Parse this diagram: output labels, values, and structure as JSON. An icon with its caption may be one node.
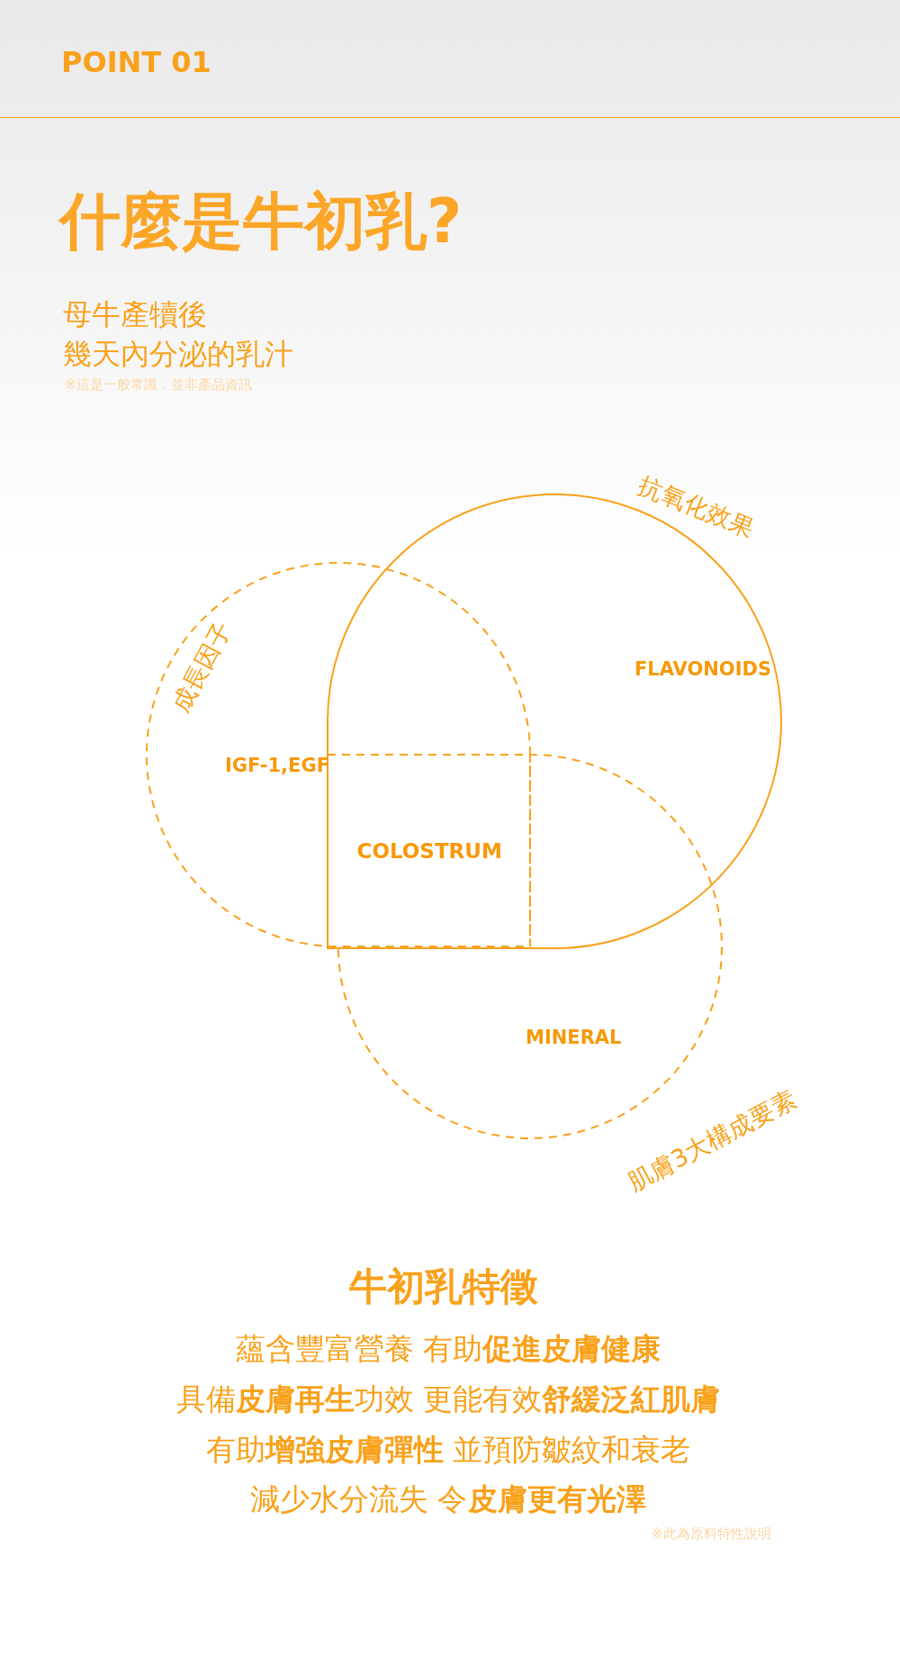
{
  "diagram": {
    "title": "什麼是牛初乳?",
    "nodes": [
      {
        "text": [
          "抗氧化效果",
          "FLAVONOIDS"
        ]
      },
      {
        "text": [
          "成長因子",
          "IGF-1,EGF"
        ]
      },
      {
        "text": [
          "肌膚3大構成要素",
          "MINERAL"
        ]
      }
    ],
    "labels": [
      "POINT 01",
      "母牛產犢後",
      "幾天內分泌的乳汁",
      "※這是一般常識，並非產品資訊",
      "COLOSTRUM",
      "牛初乳特徵",
      "蘊含豐富營養 有助**促進皮膚健康**",
      "具備**皮膚再生**功效 更能有效**舒緩泛紅肌膚**",
      "有助**增強皮膚彈性** 並預防皺紋和衰老",
      "減少水分流失 令**皮膚更有光澤**",
      "※此為原料特性說明"
    ]
  }
}
